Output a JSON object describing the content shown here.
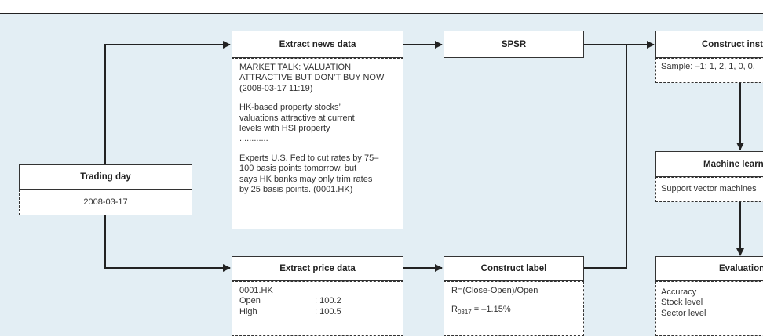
{
  "trading_day": {
    "title": "Trading day",
    "date": "2008-03-17"
  },
  "extract_news": {
    "title": "Extract news data",
    "headline": "MARKET TALK: VALUATION ATTRACTIVE BUT DON’T BUY NOW (2008-03-17 11:19)",
    "headline_lines": [
      "MARKET TALK: VALUATION",
      "ATTRACTIVE BUT DON’T BUY NOW",
      "(2008-03-17 11:19)"
    ],
    "para1_lines": [
      "HK-based property stocks’",
      "valuations attractive at current",
      "levels with HSI property",
      "............"
    ],
    "para2_lines": [
      "Experts U.S. Fed to cut rates by 75–",
      "100 basis points tomorrow, but",
      "says HK banks may only trim rates",
      "by 25 basis points. (0001.HK)"
    ]
  },
  "spsr": {
    "title": "SPSR"
  },
  "construct_instances": {
    "title": "Construct insta",
    "sample": "Sample: –1; 1, 2, 1, 0, 0,"
  },
  "machine_learning": {
    "title": "Machine learn",
    "body": "Support vector machines"
  },
  "extract_price": {
    "title": "Extract price data",
    "ticker": "0001.HK",
    "rows": [
      {
        "key": "Open",
        "value": ": 100.2"
      },
      {
        "key": "High",
        "value": ": 100.5"
      }
    ]
  },
  "construct_label": {
    "title": "Construct label",
    "formula": "R=(Close-Open)/Open",
    "result_base": "R",
    "result_sub": "0317",
    "result_value": " = –1.15%"
  },
  "evaluation": {
    "title": "Evaluation",
    "items": [
      "Accuracy",
      "Stock level",
      "Sector level"
    ]
  }
}
